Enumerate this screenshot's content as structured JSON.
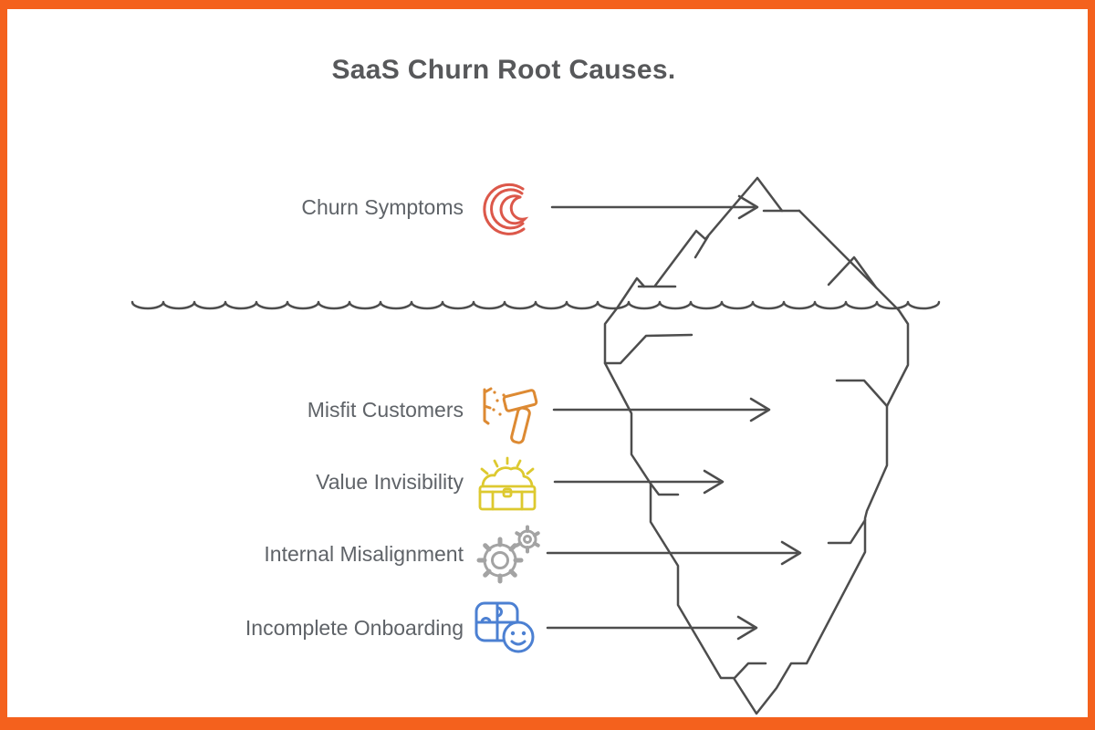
{
  "page": {
    "title": "SaaS Churn Root Causes."
  },
  "colors": {
    "frame": "#f4611d",
    "frame_style": "border-color:#f4611d",
    "line": "#4d4d4d",
    "title_text": "#57585a",
    "label_text": "#5f6368",
    "red": "#dc584a",
    "orange": "#dd8a33",
    "yellow": "#ddc92f",
    "gray": "#a3a3a3",
    "blue": "#4c80d2"
  },
  "rows": [
    {
      "label": "Churn Symptoms",
      "icon": "wave-icon",
      "color": "#dc584a",
      "position": "above-water"
    },
    {
      "label": "Misfit Customers",
      "icon": "hammer-icon",
      "color": "#dd8a33",
      "position": "below-water"
    },
    {
      "label": "Value Invisibility",
      "icon": "treasure-chest-icon",
      "color": "#ddc92f",
      "position": "below-water"
    },
    {
      "label": "Internal Misalignment",
      "icon": "gears-icon",
      "color": "#a3a3a3",
      "position": "below-water"
    },
    {
      "label": "Incomplete Onboarding",
      "icon": "puzzle-smiley-icon",
      "color": "#4c80d2",
      "position": "below-water"
    }
  ],
  "diagram": {
    "type": "iceberg",
    "waterline": true,
    "above_water_items": [
      "Churn Symptoms"
    ],
    "below_water_items": [
      "Misfit Customers",
      "Value Invisibility",
      "Internal Misalignment",
      "Incomplete Onboarding"
    ]
  }
}
